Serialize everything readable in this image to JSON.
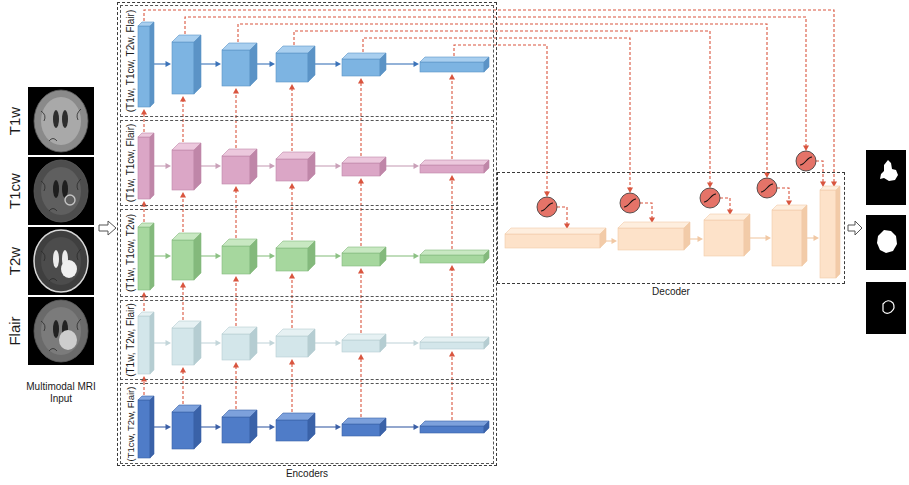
{
  "diagram": {
    "nodes": [
      {
        "text": [
          "Encoders"
        ]
      },
      {
        "text": [
          "(T1w, T1cw, T2w, Flair)"
        ],
        "in": 0
      },
      {
        "text": [
          "(T1w, T1cw, Flair)"
        ],
        "in": 0
      },
      {
        "text": [
          "(T1w, T1cw, T2w)"
        ],
        "in": 0
      },
      {
        "text": [
          "(T1w, T2w, Flair)"
        ],
        "in": 0
      },
      {
        "text": [
          "(T1cw, T2w, Flair)"
        ],
        "in": 0
      },
      {
        "text": [
          "Decoder"
        ]
      }
    ],
    "labels": [
      "T1w",
      "T1cw",
      "T2w",
      "Flair",
      "Multimodal MRI Input"
    ]
  }
}
